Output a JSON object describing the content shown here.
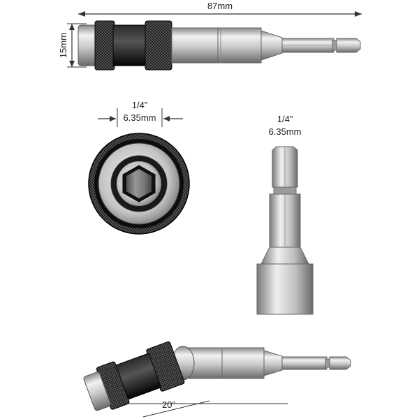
{
  "dimensions": {
    "length": "87mm",
    "diameter": "15mm",
    "hex_top_fraction": "1/4”",
    "hex_top_metric": "6.35mm",
    "hex_side_fraction": "1/4”",
    "hex_side_metric": "6.35mm",
    "swivel_angle": "20°"
  },
  "colors": {
    "metal_light": "#e9e9e9",
    "metal_mid": "#b8b8b8",
    "metal_dark": "#6f6f6f",
    "black": "#111111",
    "line": "#333333"
  }
}
